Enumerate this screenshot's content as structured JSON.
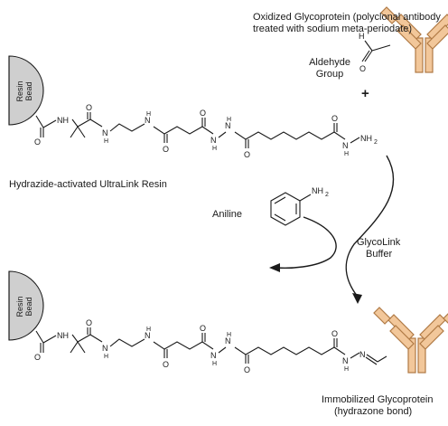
{
  "labels": {
    "oxidized_line1": "Oxidized Glycoprotein (polyclonal antibody",
    "oxidized_line2": "treated with sodium meta-periodate)",
    "aldehyde_line1": "Aldehyde",
    "aldehyde_line2": "Group",
    "plus": "+",
    "resin_activated": "Hydrazide-activated UltraLink Resin",
    "aniline": "Aniline",
    "buffer_line1": "GlycoLink",
    "buffer_line2": "Buffer",
    "immobilized_line1": "Immobilized Glycoprotein",
    "immobilized_line2": "(hydrazone bond)"
  },
  "bead": {
    "line1": "Resin",
    "line2": "Bead"
  },
  "atoms": {
    "H": "H",
    "O": "O",
    "NH": "NH",
    "N": "N",
    "NH2": "NH",
    "sub2": "2"
  },
  "colors": {
    "antibody_fill": "#f2c79a",
    "antibody_stroke": "#b07a45",
    "bead_fill": "#cfcfcf",
    "ink": "#1a1a1a"
  },
  "icons": [
    "antibody-icon",
    "resin-bead-icon",
    "benzene-ring-icon"
  ]
}
